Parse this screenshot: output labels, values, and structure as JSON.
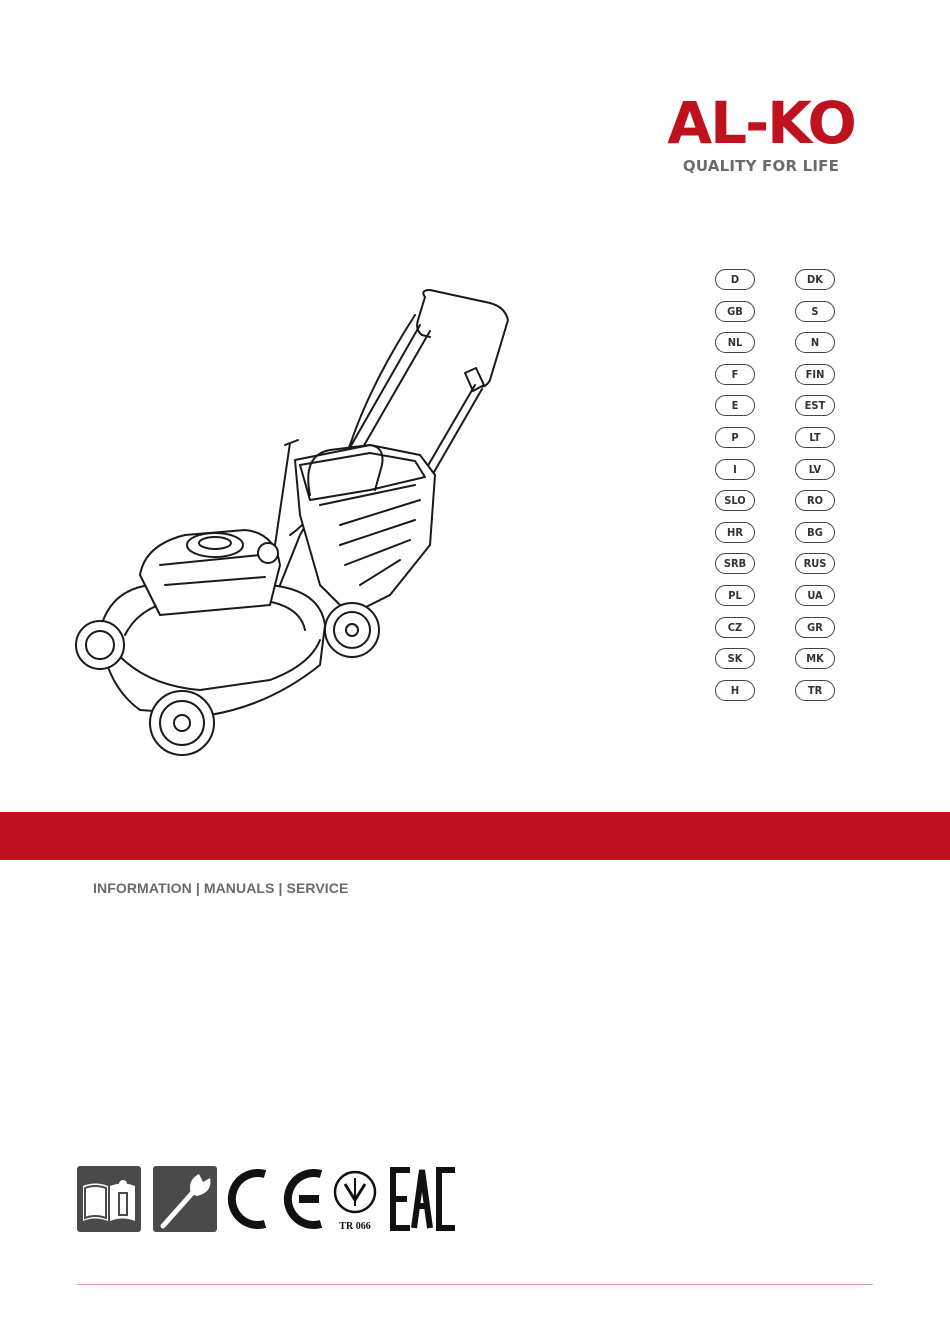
{
  "brand": {
    "name": "AL-KO",
    "tagline": "QUALITY FOR LIFE",
    "color": "#c0111f"
  },
  "product_image": {
    "icon": "lawn-mower-illustration"
  },
  "languages": [
    "D",
    "DK",
    "GB",
    "S",
    "NL",
    "N",
    "F",
    "FIN",
    "E",
    "EST",
    "P",
    "LT",
    "I",
    "LV",
    "SLO",
    "RO",
    "HR",
    "BG",
    "SRB",
    "RUS",
    "PL",
    "UA",
    "CZ",
    "GR",
    "SK",
    "MK",
    "H",
    "TR"
  ],
  "info_line": "INFORMATION | MANUALS | SERVICE",
  "certifications": {
    "manual_icon": "read-manual-icon",
    "service_icon": "wrench-service-icon",
    "ce_mark": "CE",
    "tr_mark": "TR 066",
    "eac_mark": "EAC"
  }
}
